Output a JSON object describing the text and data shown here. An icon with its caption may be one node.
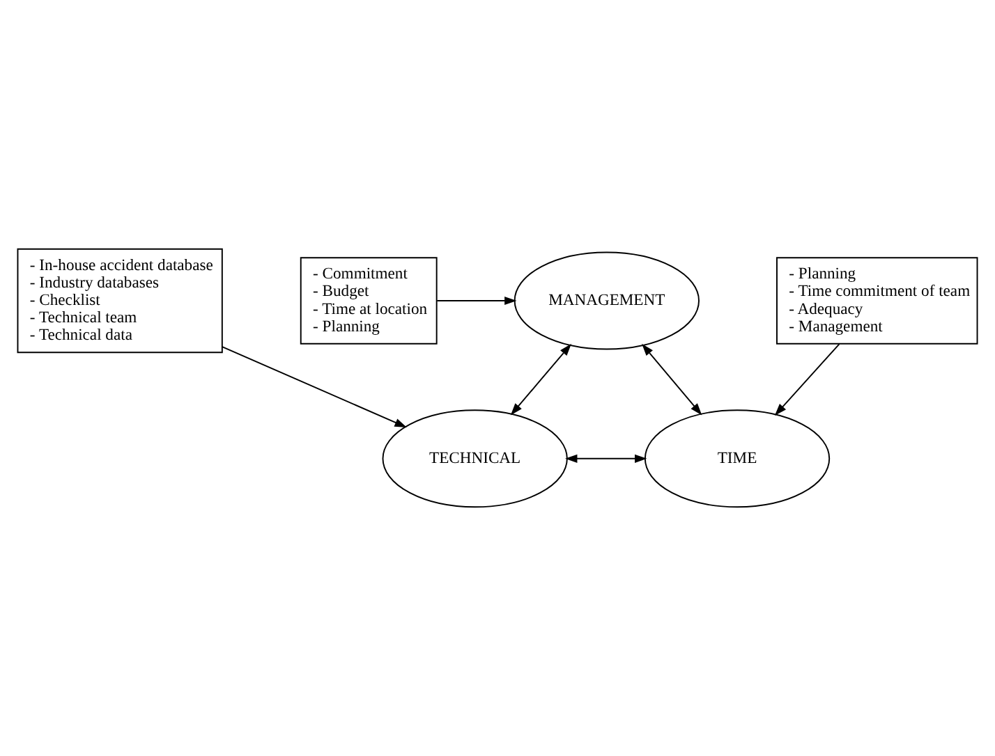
{
  "diagram": {
    "nodes": [
      {
        "text": [
          "MANAGEMENT"
        ]
      },
      {
        "text": [
          "TECHNICAL"
        ]
      },
      {
        "text": [
          "TIME"
        ]
      },
      {
        "text": [
          "- Commitment",
          "- Budget",
          "- Time at location",
          "- Planning"
        ]
      },
      {
        "text": [
          "- In-house accident database",
          "- Industry databases",
          "- Checklist",
          "- Technical team",
          "- Technical data"
        ]
      },
      {
        "text": [
          "- Planning",
          "- Time commitment of team",
          "- Adequacy",
          "- Management"
        ]
      }
    ],
    "edges": [
      {
        "from": 0,
        "to": 1,
        "arrow": "both"
      },
      {
        "from": 0,
        "to": 2,
        "arrow": "both"
      },
      {
        "from": 1,
        "to": 2,
        "arrow": "both"
      },
      {
        "from": 3,
        "to": 0,
        "arrow": "to"
      },
      {
        "from": 4,
        "to": 1,
        "arrow": "to"
      },
      {
        "from": 5,
        "to": 2,
        "arrow": "to"
      }
    ]
  }
}
